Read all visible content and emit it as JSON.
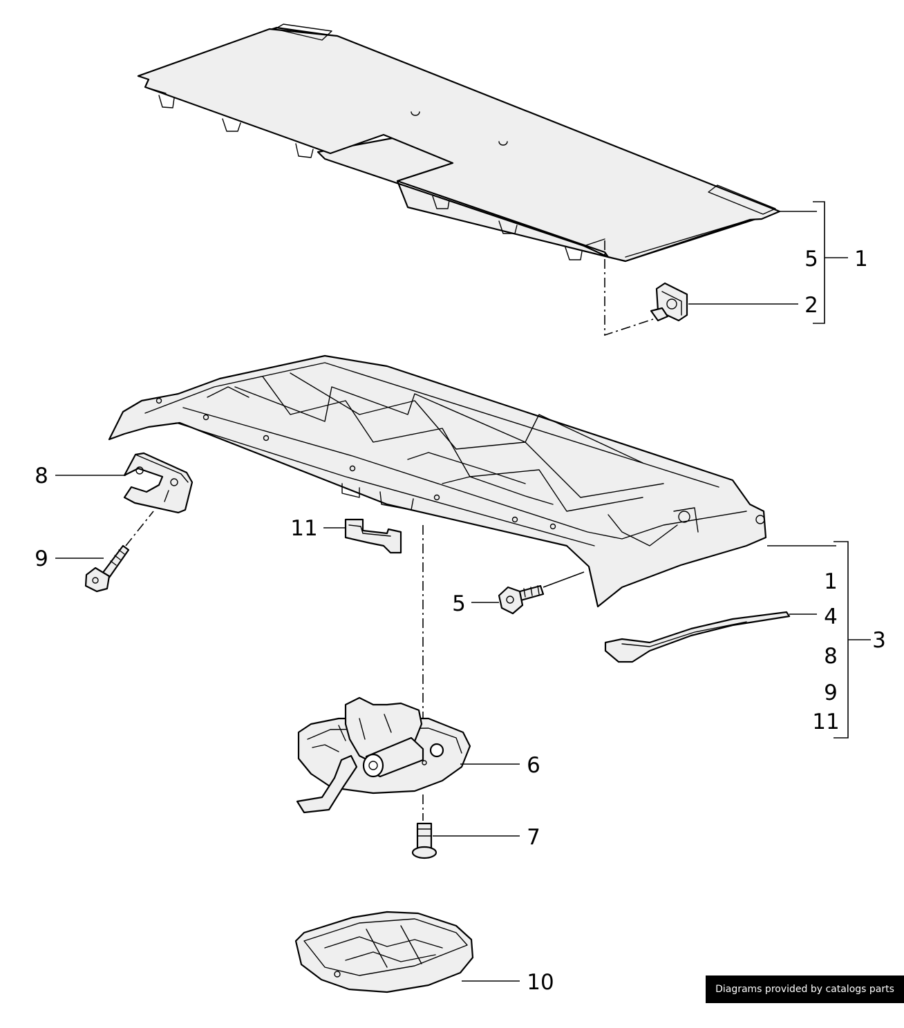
{
  "callouts": {
    "c_1_top": "1",
    "c_5_top": "5",
    "c_2": "2",
    "c_8": "8",
    "c_9": "9",
    "c_11": "11",
    "c_5_mid": "5",
    "c_3": "3",
    "c_1_group": "1",
    "c_4": "4",
    "c_8_group": "8",
    "c_9_group": "9",
    "c_11_group": "11",
    "c_6": "6",
    "c_7": "7",
    "c_10": "10"
  },
  "credit": "Diagrams provided by catalogs parts"
}
